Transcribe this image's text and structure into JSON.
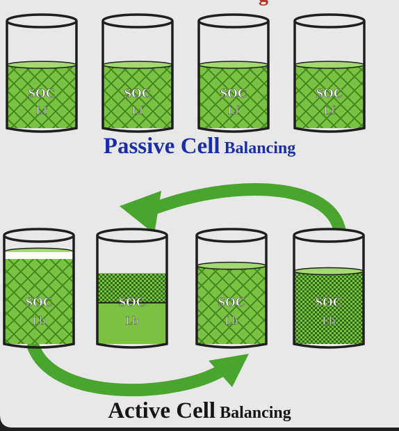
{
  "passive": {
    "caption_big": "Passive Cell",
    "caption_small": " Balancing",
    "cells": [
      {
        "label": "SOC",
        "sub": "Lf",
        "level": 0.59
      },
      {
        "label": "SOC",
        "sub": "Lf",
        "level": 0.59
      },
      {
        "label": "SOC",
        "sub": "Lf",
        "level": 0.59
      },
      {
        "label": "SOC",
        "sub": "Lf",
        "level": 0.59
      }
    ]
  },
  "active": {
    "caption_big": "Active Cell",
    "caption_small": " Balancing",
    "cells": [
      {
        "label": "SOC",
        "sub": "Lb",
        "level": 0.85
      },
      {
        "label": "SOC",
        "sub": "Lb",
        "level": 0.65
      },
      {
        "label": "SOC",
        "sub": "Lb",
        "level": 0.72
      },
      {
        "label": "SOC",
        "sub": "Lb",
        "level": 0.67
      }
    ]
  },
  "colors": {
    "background": "#e8e8e8",
    "frame": "#1f1f1f",
    "fill": "#7bc142",
    "fill_light": "#a3d873",
    "pattern": "#3e8a1c",
    "arrow": "#4aa52f",
    "passive_caption": "#1a2ea6",
    "active_caption": "#161616"
  }
}
